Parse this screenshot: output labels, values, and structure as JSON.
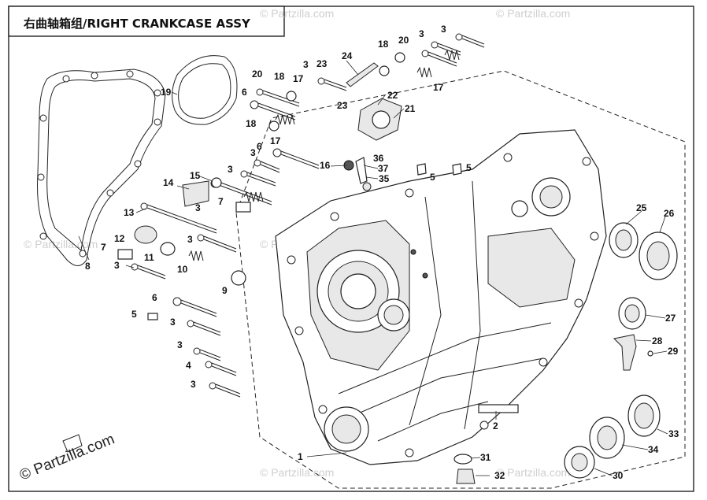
{
  "diagram": {
    "title": "右曲轴箱组/RIGHT CRANKCASE ASSY",
    "brand": "© Partzilla.com",
    "watermark_text": "© Partzilla.com",
    "callouts": [
      "1",
      "2",
      "3",
      "4",
      "5",
      "6",
      "7",
      "8",
      "9",
      "10",
      "11",
      "12",
      "13",
      "14",
      "15",
      "16",
      "17",
      "18",
      "19",
      "20",
      "21",
      "22",
      "23",
      "24",
      "25",
      "26",
      "27",
      "28",
      "29",
      "30",
      "31",
      "32",
      "33",
      "34",
      "35",
      "36",
      "37"
    ]
  },
  "colors": {
    "ink": "#222222",
    "watermark": "#cfcfcf",
    "background": "#ffffff"
  }
}
